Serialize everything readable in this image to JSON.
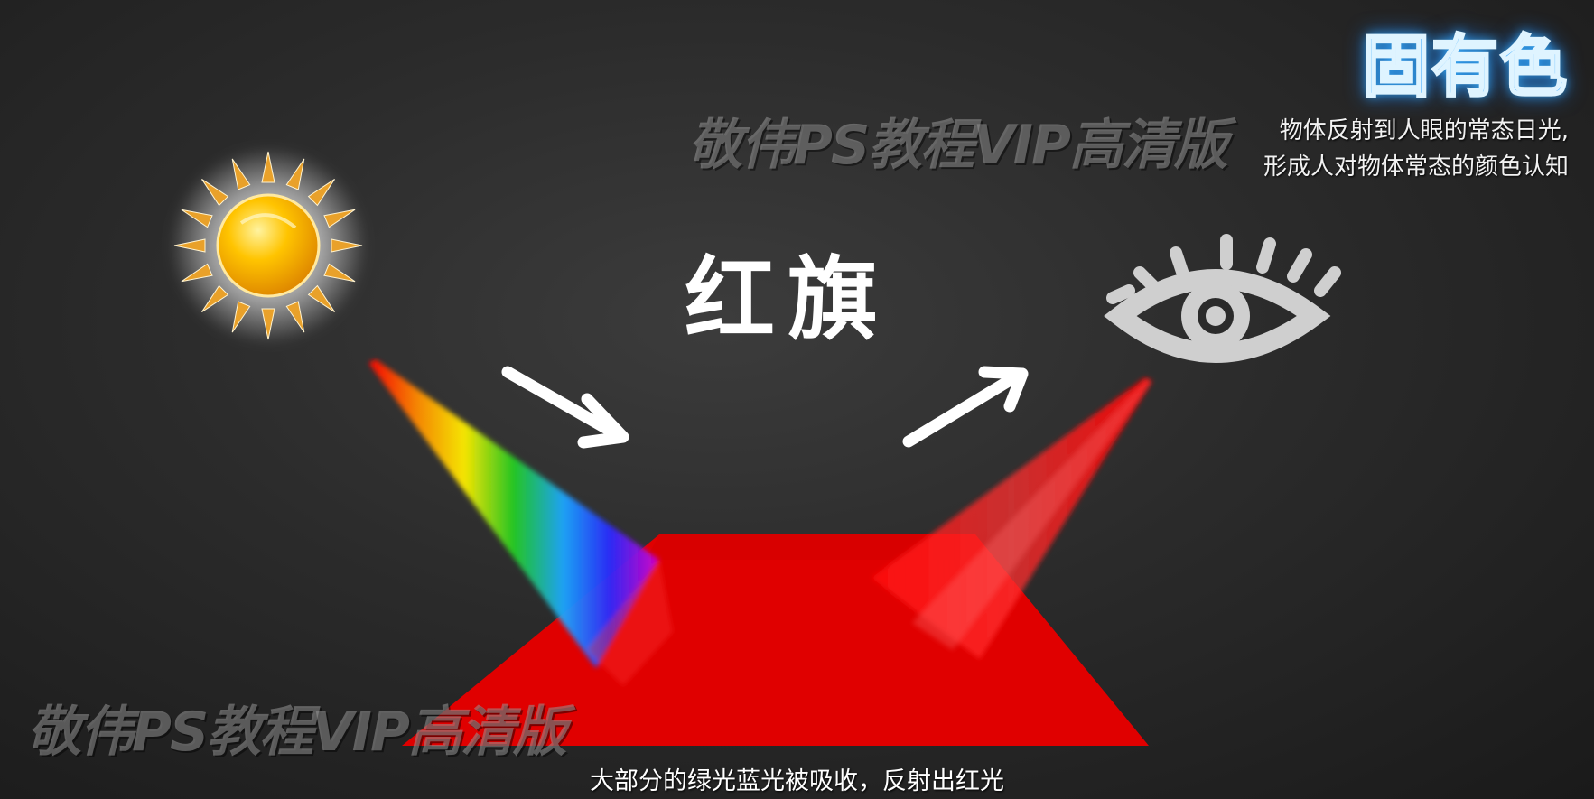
{
  "watermark": {
    "top_text": "敬伟PS教程VIP高清版",
    "bottom_text": "敬伟PS教程VIP高清版"
  },
  "title_badge": "固有色",
  "description": {
    "line1": "物体反射到人眼的常态日光,",
    "line2": "形成人对物体常态的颜色认知"
  },
  "object_label": "红旗",
  "caption": "大部分的绿光蓝光被吸收，反射出红光",
  "icons": [
    "sun-icon",
    "eye-icon",
    "arrow-down-right-icon",
    "arrow-up-right-icon"
  ],
  "colors": {
    "flag_red": "#e00000",
    "badge_blue": "#1a9bff",
    "sun_yellow": "#f6b800",
    "eye_gray": "#cfcfcf"
  }
}
